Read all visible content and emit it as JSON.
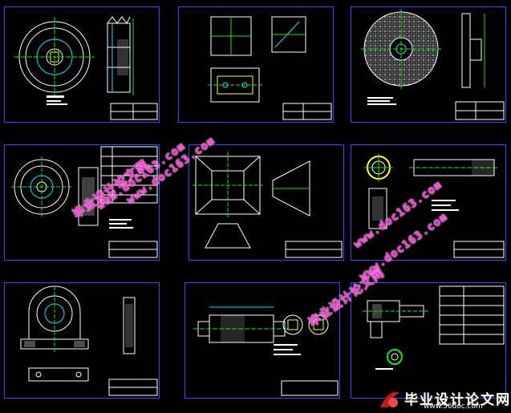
{
  "watermarks": {
    "site_name": "毕业设计论文网",
    "site_url": "www.doc163.com",
    "footer_title": "毕业设计论文网",
    "footer_url": "www.56doc.com"
  },
  "colors": {
    "background": "#000000",
    "sheet_border": "#2a4cff",
    "line_white": "#ffffff",
    "line_cyan": "#00e5ff",
    "line_green": "#19e619",
    "line_yellow": "#ffff33",
    "watermark": "#ff2bd6"
  },
  "sheets": [
    {
      "name": "pulley-drawing"
    },
    {
      "name": "plate-drawing"
    },
    {
      "name": "grate-disc-drawing"
    },
    {
      "name": "wheel-assembly-drawing"
    },
    {
      "name": "hopper-drawing"
    },
    {
      "name": "shaft-drawing"
    },
    {
      "name": "bearing-seat-drawing"
    },
    {
      "name": "gear-shaft-drawing"
    },
    {
      "name": "spindle-drawing"
    }
  ]
}
